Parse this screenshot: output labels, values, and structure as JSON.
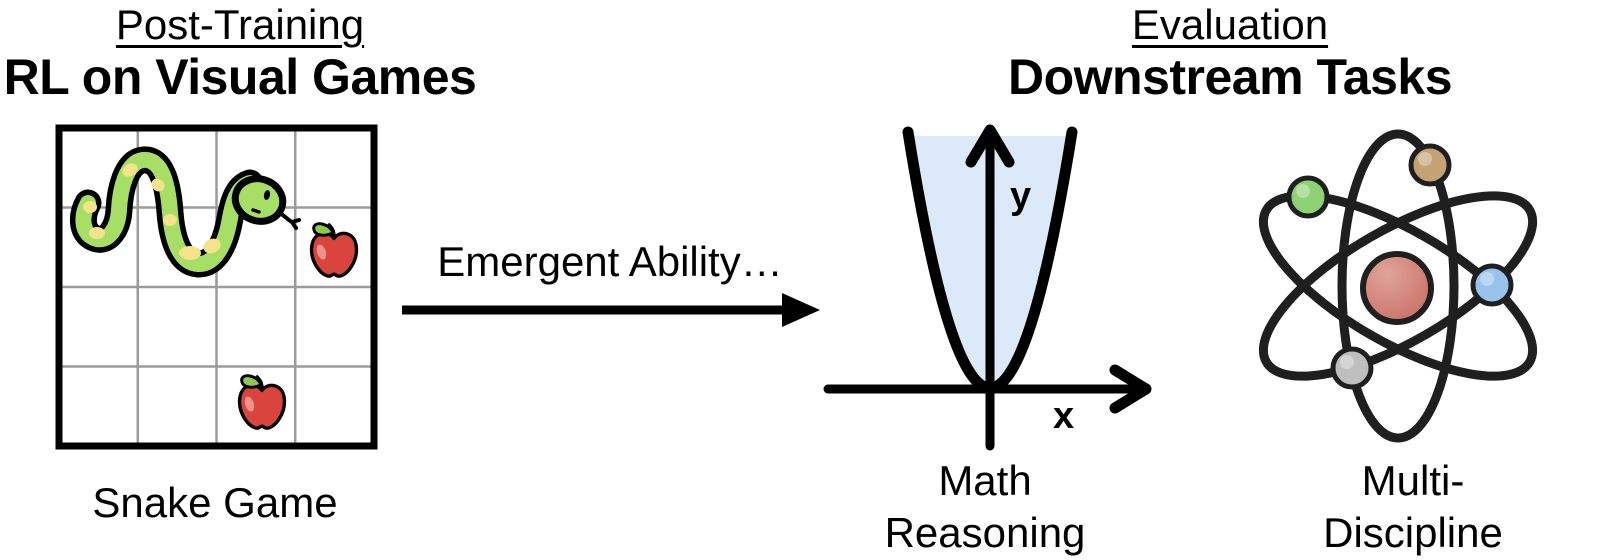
{
  "left_panel": {
    "title": "Post-Training",
    "subtitle": "RL on Visual Games",
    "caption": "Snake Game",
    "grid": {
      "rows": 4,
      "cols": 4,
      "snake_area": "top-left cells (rows 0-1, cols 0-2)",
      "apples": [
        {
          "row": 1,
          "col": 3
        },
        {
          "row": 3,
          "col": 2
        }
      ]
    }
  },
  "flow": {
    "label": "Emergent Ability…"
  },
  "right_panel": {
    "title": "Evaluation",
    "subtitle": "Downstream Tasks",
    "tasks": [
      {
        "name": "math-reasoning",
        "icon": "parabola-graph-icon",
        "line1": "Math",
        "line2": "Reasoning"
      },
      {
        "name": "multi-discipline",
        "icon": "atom-icon",
        "line1": "Multi-",
        "line2": "Discipline"
      }
    ]
  },
  "graph": {
    "x_label": "x",
    "y_label": "y"
  },
  "icons": {
    "snake": "snake-icon",
    "apple": "apple-icon",
    "parabola": "parabola-graph-icon",
    "atom": "atom-icon",
    "arrow": "right-arrow-icon"
  },
  "colors": {
    "ink": "#000000",
    "grid_line": "#9b9b9b",
    "snake_body": "#a6de66",
    "snake_spot": "#f5e28c",
    "apple_red": "#d9453c",
    "apple_highlight": "#ef938a",
    "apple_leaf": "#8ccb4e",
    "parabola_fill": "#dce9f8",
    "nucleus": "#c96f63",
    "nucleus_light": "#e0a49a",
    "electron_green": "#8ed274",
    "electron_tan": "#c5a273",
    "electron_blue": "#97c3ec",
    "electron_gray": "#bfbfbf"
  }
}
